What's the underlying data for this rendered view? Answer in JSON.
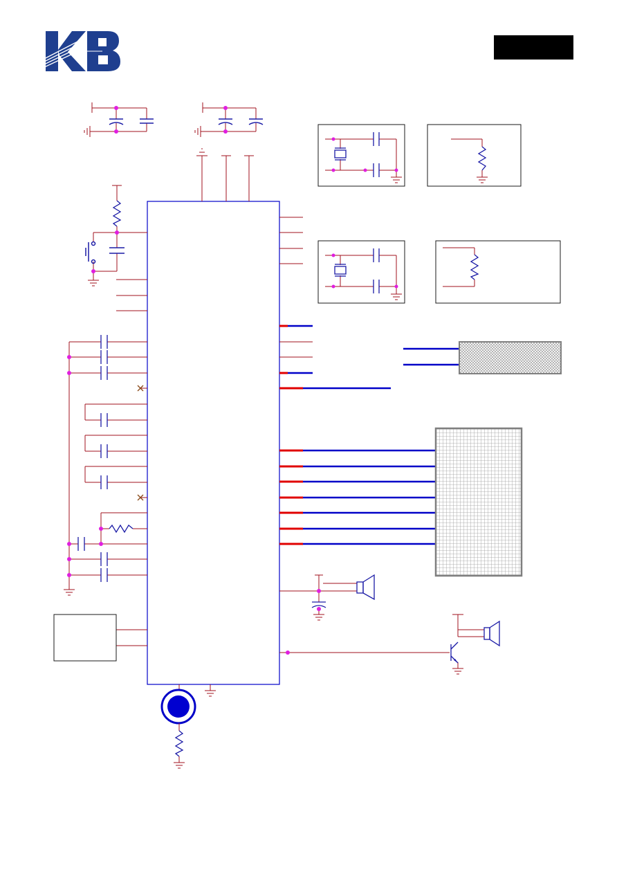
{
  "document": {
    "logo": {
      "text": "KB",
      "color": "#1f3f8f"
    },
    "header_tag": {
      "text": "",
      "color": "#000000"
    }
  },
  "colors": {
    "wire": "#a0121e",
    "bus": "#0000c8",
    "junction": "#e01ee0",
    "pin": "#e00000",
    "component": "#1a1aa6",
    "outline": "#1a1a1a",
    "mesh": "#7f7f7f"
  },
  "blocks": [
    {
      "id": "main-ic",
      "label": ""
    },
    {
      "id": "crystal-circuit-1",
      "label": ""
    },
    {
      "id": "crystal-circuit-2",
      "label": ""
    },
    {
      "id": "resistor-network-1",
      "label": ""
    },
    {
      "id": "resistor-network-2",
      "label": ""
    },
    {
      "id": "lcd-panel-small",
      "label": ""
    },
    {
      "id": "lcd-panel-large",
      "label": ""
    },
    {
      "id": "sub-module",
      "label": ""
    }
  ]
}
